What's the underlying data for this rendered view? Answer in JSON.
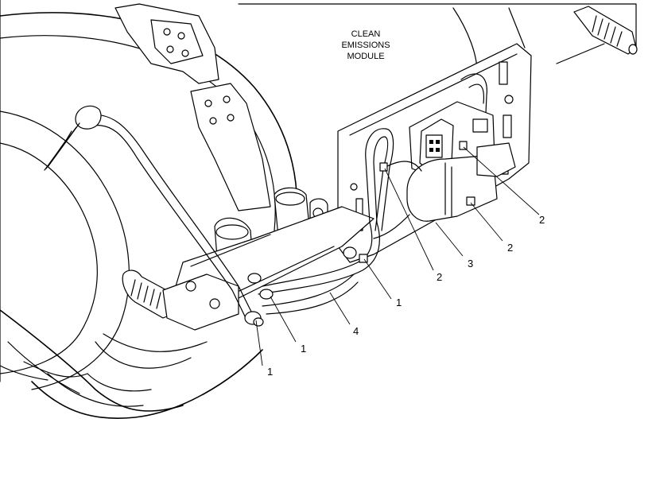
{
  "diagram": {
    "title_lines": [
      "CLEAN",
      "EMISSIONS",
      "MODULE"
    ],
    "callouts": [
      "1",
      "1",
      "1",
      "2",
      "2",
      "2",
      "3",
      "4"
    ]
  }
}
